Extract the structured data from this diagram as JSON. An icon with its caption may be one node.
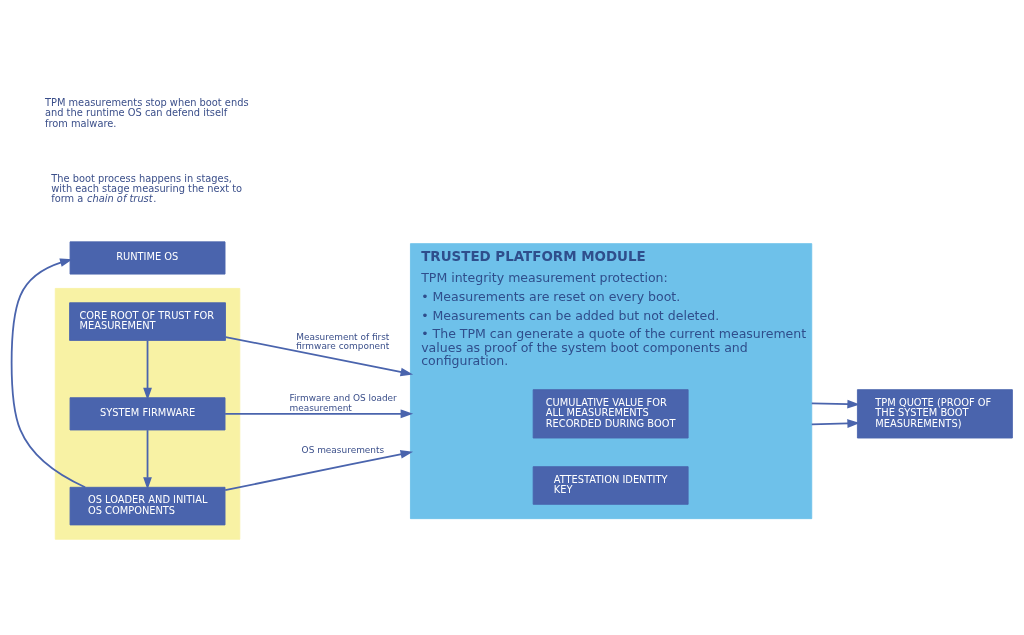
{
  "diagram": {
    "nodes": [
      {
        "text": [],
        "shape": "box"
      },
      {
        "text": [
          "CORE ROOT OF TRUST FOR MEASUREMENT"
        ],
        "in": 0
      },
      {
        "text": [
          "SYSTEM FIRMWARE"
        ],
        "in": 0
      },
      {
        "text": [
          "OS LOADER AND INITIAL OS COMPONENTS"
        ],
        "in": 0
      },
      {
        "text": [
          "RUNTIME OS"
        ]
      },
      {
        "text": [
          "TRUSTED PLATFORM MODULE",
          "TPM integrity measurement protection:",
          "• Measurements are reset on every boot.",
          "• Measurements can be added but not deleted.",
          "• The TPM can generate a quote of the current measurement values as proof of the system boot components and configuration."
        ]
      },
      {
        "text": [
          "CUMULATIVE VALUE FOR ALL MEASUREMENTS RECORDED DURING BOOT"
        ],
        "in": 5
      },
      {
        "text": [
          "ATTESTATION IDENTITY KEY"
        ],
        "in": 5
      },
      {
        "text": [
          "TPM QUOTE (PROOF OF THE SYSTEM BOOT MEASUREMENTS)"
        ]
      }
    ],
    "edges": [
      {
        "from": 1,
        "to": 2,
        "arrow": "to"
      },
      {
        "from": 2,
        "to": 3,
        "arrow": "to"
      },
      {
        "from": 3,
        "to": 4,
        "arrow": "to"
      },
      {
        "from": 1,
        "to": 5,
        "arrow": "to",
        "label": "Measurement of first firmware component"
      },
      {
        "from": 2,
        "to": 5,
        "arrow": "to",
        "label": "Firmware and OS loader measurement"
      },
      {
        "from": 3,
        "to": 5,
        "arrow": "to",
        "label": "OS measurements"
      },
      {
        "from": 5,
        "to": 8,
        "arrow": "to"
      },
      {
        "from": 5,
        "to": 8,
        "arrow": "to"
      }
    ],
    "labels": [
      "The boot process happens in stages, with each stage measuring the next to form a *chain of trust*.",
      "TPM measurements stop when boot ends and the runtime OS can defend itself from malware."
    ]
  }
}
